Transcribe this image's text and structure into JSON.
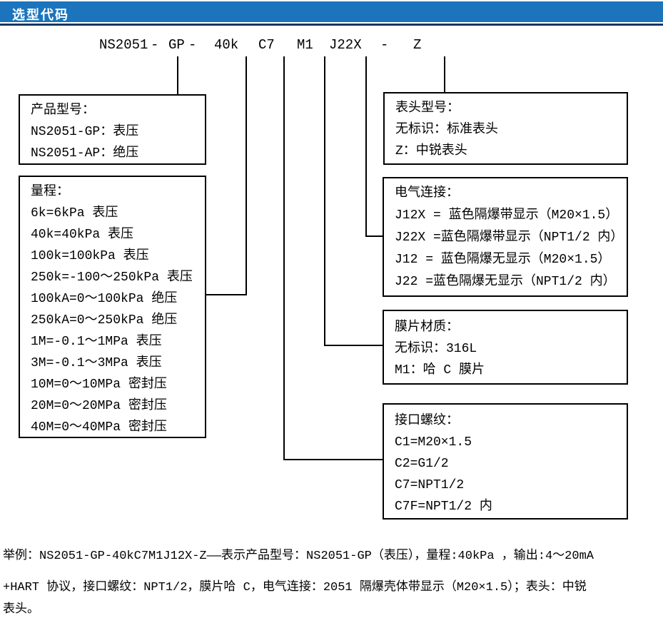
{
  "header": {
    "title": "选型代码"
  },
  "colors": {
    "header_bar": "#1b74bc",
    "header_rule": "#17375d",
    "line_color": "#000000",
    "text_color": "#000000"
  },
  "model_code": {
    "segments": [
      "NS2051",
      "-",
      "GP",
      "-",
      "40k",
      "C7",
      "M1",
      "J22X",
      "-",
      "Z"
    ]
  },
  "boxes": {
    "product_model": {
      "title": "产品型号：",
      "lines": [
        "NS2051-GP：表压",
        "NS2051-AP：绝压"
      ]
    },
    "range": {
      "title": "量程：",
      "lines": [
        "6k=6kPa 表压",
        "40k=40kPa 表压",
        "100k=100kPa 表压",
        "250k=-100～250kPa 表压",
        "100kA=0～100kPa 绝压",
        "250kA=0～250kPa 绝压",
        "1M=-0.1～1MPa 表压",
        "3M=-0.1～3MPa 表压",
        "10M=0～10MPa 密封压",
        "20M=0～20MPa 密封压",
        "40M=0～40MPa 密封压"
      ]
    },
    "display_head": {
      "title": "表头型号：",
      "lines": [
        "无标识：标准表头",
        "Z：中锐表头"
      ]
    },
    "electrical": {
      "title": "电气连接：",
      "lines": [
        "J12X = 蓝色隔爆带显示（M20×1.5）",
        "J22X =蓝色隔爆带显示（NPT1/2 内）",
        "J12 = 蓝色隔爆无显示（M20×1.5）",
        "J22 =蓝色隔爆无显示（NPT1/2 内）"
      ]
    },
    "diaphragm": {
      "title": "膜片材质：",
      "lines": [
        "无标识：316L",
        "M1：哈 C 膜片"
      ]
    },
    "thread": {
      "title": "接口螺纹：",
      "lines": [
        "C1=M20×1.5",
        "C2=G1/2",
        "C7=NPT1/2",
        "C7F=NPT1/2 内"
      ]
    }
  },
  "example": {
    "lines": [
      "举例：NS2051-GP-40kC7M1J12X-Z——表示产品型号：NS2051-GP（表压），量程:40kPa ，输出:4～20mA",
      "+HART 协议，接口螺纹：NPT1/2，膜片哈 C，电气连接：2051 隔爆壳体带显示（M20×1.5）；表头：中锐",
      "表头。"
    ]
  }
}
